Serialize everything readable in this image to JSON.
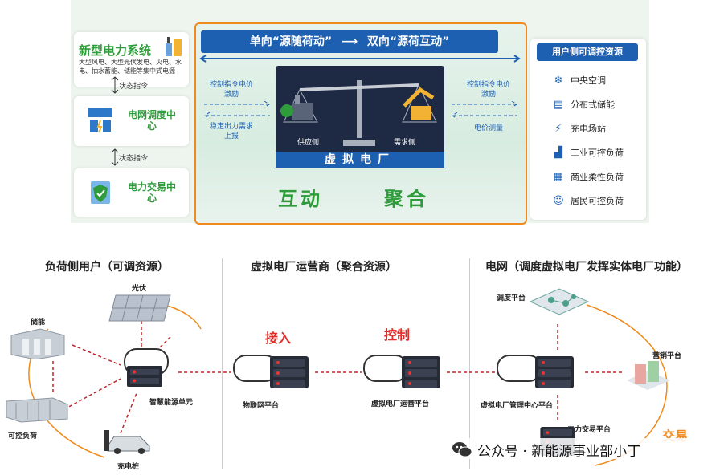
{
  "top": {
    "left": {
      "system_title": "新型电力系统",
      "system_desc": "大型风电、大型光伏发电、火电、水电、抽水蓄能、储能等集中式电源",
      "cmd1": "状态指令",
      "grid_dispatch": "电网调度中心",
      "cmd2": "状态指令",
      "trading_center": "电力交易中心"
    },
    "center": {
      "banner_a": "单向“源随荷动”",
      "banner_b": "双向“源荷互动”",
      "left_arrow_1": "控制指令电价激励",
      "left_arrow_2": "稳定出力需求上报",
      "right_arrow_1": "控制指令电价激励",
      "right_arrow_2": "电价测量",
      "supply_side": "供应侧",
      "demand_side": "需求侧",
      "vpp": "虚拟电厂",
      "interact": "互动",
      "aggregate": "聚合"
    },
    "right": {
      "title": "用户侧可调控资源",
      "items": [
        "中央空调",
        "分布式储能",
        "充电场站",
        "工业可控负荷",
        "商业柔性负荷",
        "居民可控负荷"
      ],
      "icons": [
        "snowflake-icon",
        "battery-icon",
        "charger-icon",
        "factory-icon",
        "building-icon",
        "people-icon"
      ]
    }
  },
  "bottom": {
    "sec1": "负荷侧用户（可调资源）",
    "sec2": "虚拟电厂运营商（聚合资源）",
    "sec3": "电网（调度虚拟电厂发挥实体电厂功能）",
    "pv": "光伏",
    "storage": "储能",
    "controllable_load": "可控负荷",
    "charging_pile": "充电桩",
    "smart_unit": "智慧能源单元",
    "iot": "物联网平台",
    "operator_platform": "虚拟电厂运营平台",
    "mgmt_platform": "虚拟电厂管理中心平台",
    "dispatch_platform": "调度平台",
    "marketing_platform": "营销平台",
    "trading_platform": "电力交易平台",
    "access": "接入",
    "control": "控制",
    "trade": "交易",
    "watermark": "公众号 · 新能源事业部小丁"
  },
  "colors": {
    "accent_blue": "#1d5fb0",
    "green": "#2e9c3a",
    "red": "#e32b2b",
    "orange": "#f08a1d"
  }
}
